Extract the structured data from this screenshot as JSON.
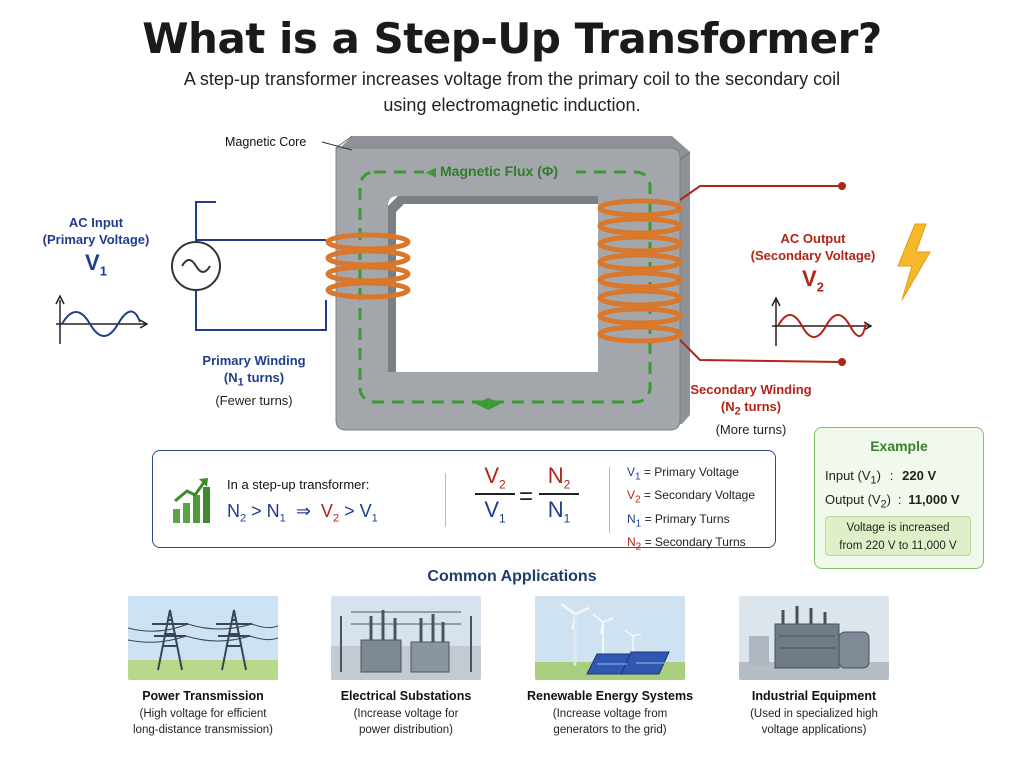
{
  "title": "What is a Step-Up Transformer?",
  "subtitle": {
    "line1": "A step-up transformer increases voltage from the primary coil to the secondary coil",
    "line2": "using electromagnetic induction."
  },
  "diagram": {
    "core_label": "Magnetic Core",
    "flux_label": "Magnetic Flux (Φ)",
    "input": {
      "line1": "AC Input",
      "line2": "(Primary Voltage)",
      "symbol": "V",
      "sub": "1"
    },
    "output": {
      "line1": "AC Output",
      "line2": "(Secondary Voltage)",
      "symbol": "V",
      "sub": "2"
    },
    "primary": {
      "line1": "Primary Winding",
      "line2_pre": "(N",
      "line2_sub": "1",
      "line2_post": " turns)",
      "line3": "(Fewer turns)",
      "turns": 4
    },
    "secondary": {
      "line1": "Secondary Winding",
      "line2_pre": "(N",
      "line2_sub": "2",
      "line2_post": " turns)",
      "line3": "(More turns)",
      "turns": 8
    },
    "colors": {
      "primary": "#1f3d8c",
      "secondary": "#b22418",
      "coil": "#d9772a",
      "core": "#a9adb2",
      "flux": "#3b9a34"
    }
  },
  "formula": {
    "intro": "In a step-up transformer:",
    "inequality": {
      "a": "N",
      "a_sub": "2",
      "op1": ">",
      "b": "N",
      "b_sub": "1",
      "implies": "⇒",
      "c": "V",
      "c_sub": "2",
      "op2": ">",
      "d": "V",
      "d_sub": "1"
    },
    "ratio": {
      "num_left": "V",
      "num_left_sub": "2",
      "den_left": "V",
      "den_left_sub": "1",
      "eq": "=",
      "num_right": "N",
      "num_right_sub": "2",
      "den_right": "N",
      "den_right_sub": "1"
    },
    "legend": [
      {
        "sym": "V",
        "sub": "1",
        "text": "= Primary Voltage",
        "color": "#1f3d8c"
      },
      {
        "sym": "V",
        "sub": "2",
        "text": "= Secondary Voltage",
        "color": "#b22418"
      },
      {
        "sym": "N",
        "sub": "1",
        "text": "= Primary Turns",
        "color": "#1f3d8c"
      },
      {
        "sym": "N",
        "sub": "2",
        "text": "= Secondary Turns",
        "color": "#b22418"
      }
    ]
  },
  "example": {
    "title": "Example",
    "input_label_pre": "Input (V",
    "input_label_sub": "1",
    "input_label_post": ")",
    "input_value": "220 V",
    "output_label_pre": "Output (V",
    "output_label_sub": "2",
    "output_label_post": ")",
    "output_value": "11,000 V",
    "colon": ":",
    "note_line1": "Voltage is increased",
    "note_line2": "from 220 V to 11,000 V"
  },
  "applications": {
    "title": "Common Applications",
    "items": [
      {
        "title": "Power Transmission",
        "desc1": "(High voltage for efficient",
        "desc2": "long-distance transmission)"
      },
      {
        "title": "Electrical Substations",
        "desc1": "(Increase voltage for",
        "desc2": "power distribution)"
      },
      {
        "title": "Renewable Energy Systems",
        "desc1": "(Increase voltage from",
        "desc2": "generators to the grid)"
      },
      {
        "title": "Industrial Equipment",
        "desc1": "(Used in specialized high",
        "desc2": "voltage applications)"
      }
    ]
  }
}
